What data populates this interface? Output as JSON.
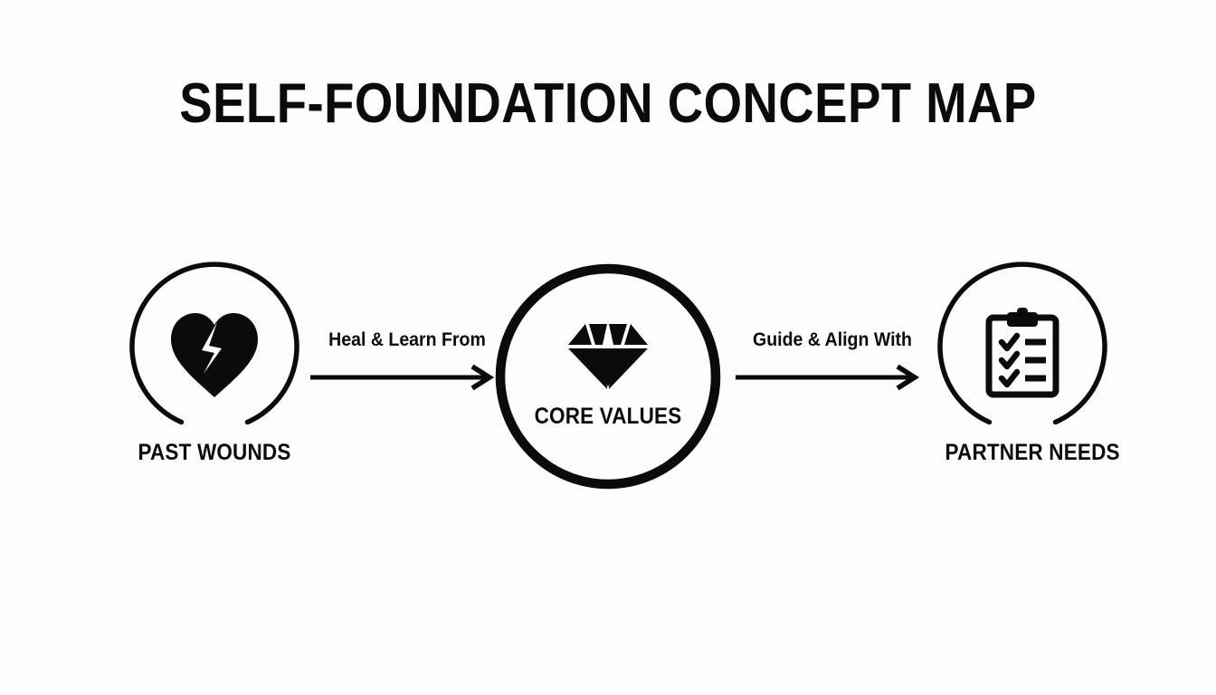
{
  "page": {
    "title": "SELF-FOUNDATION CONCEPT MAP",
    "background_color": "#fdfdfd",
    "ink_color": "#0b0b0b"
  },
  "diagram": {
    "type": "concept-map",
    "nodes": [
      {
        "id": "past-wounds",
        "label": "PAST WOUNDS",
        "icon": "broken-heart-icon",
        "ring": "open-bottom",
        "emphasis": "secondary"
      },
      {
        "id": "core-values",
        "label": "CORE VALUES",
        "icon": "diamond-icon",
        "ring": "closed",
        "emphasis": "primary"
      },
      {
        "id": "partner-needs",
        "label": "PARTNER NEEDS",
        "icon": "clipboard-checklist-icon",
        "ring": "open-bottom",
        "emphasis": "secondary"
      }
    ],
    "connectors": [
      {
        "id": "connector-1",
        "label": "Heal & Learn From",
        "from": "past-wounds",
        "to": "core-values",
        "arrow": "right"
      },
      {
        "id": "connector-2",
        "label": "Guide & Align With",
        "from": "core-values",
        "to": "partner-needs",
        "arrow": "right"
      }
    ]
  }
}
